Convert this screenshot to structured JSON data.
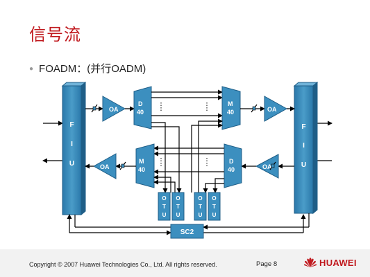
{
  "slide": {
    "title": "信号流",
    "bullet": "FOADM：(并行OADM)"
  },
  "diagram": {
    "fiu_left_label": "F I U",
    "fiu_right_label": "F I U",
    "oa_label": "OA",
    "demux_label": "D 40",
    "mux_label": "M 40",
    "otu_label": "O T U",
    "sc2_label": "SC2",
    "colors": {
      "block_fill": "#3c8fbf",
      "block_dark": "#1f5e87",
      "line": "#000000"
    }
  },
  "footer": {
    "copyright": "Copyright © 2007 Huawei Technologies Co., Ltd. All rights reserved.",
    "page": "Page 8",
    "brand": "HUAWEI",
    "logo_icon": "huawei-flower-icon"
  }
}
